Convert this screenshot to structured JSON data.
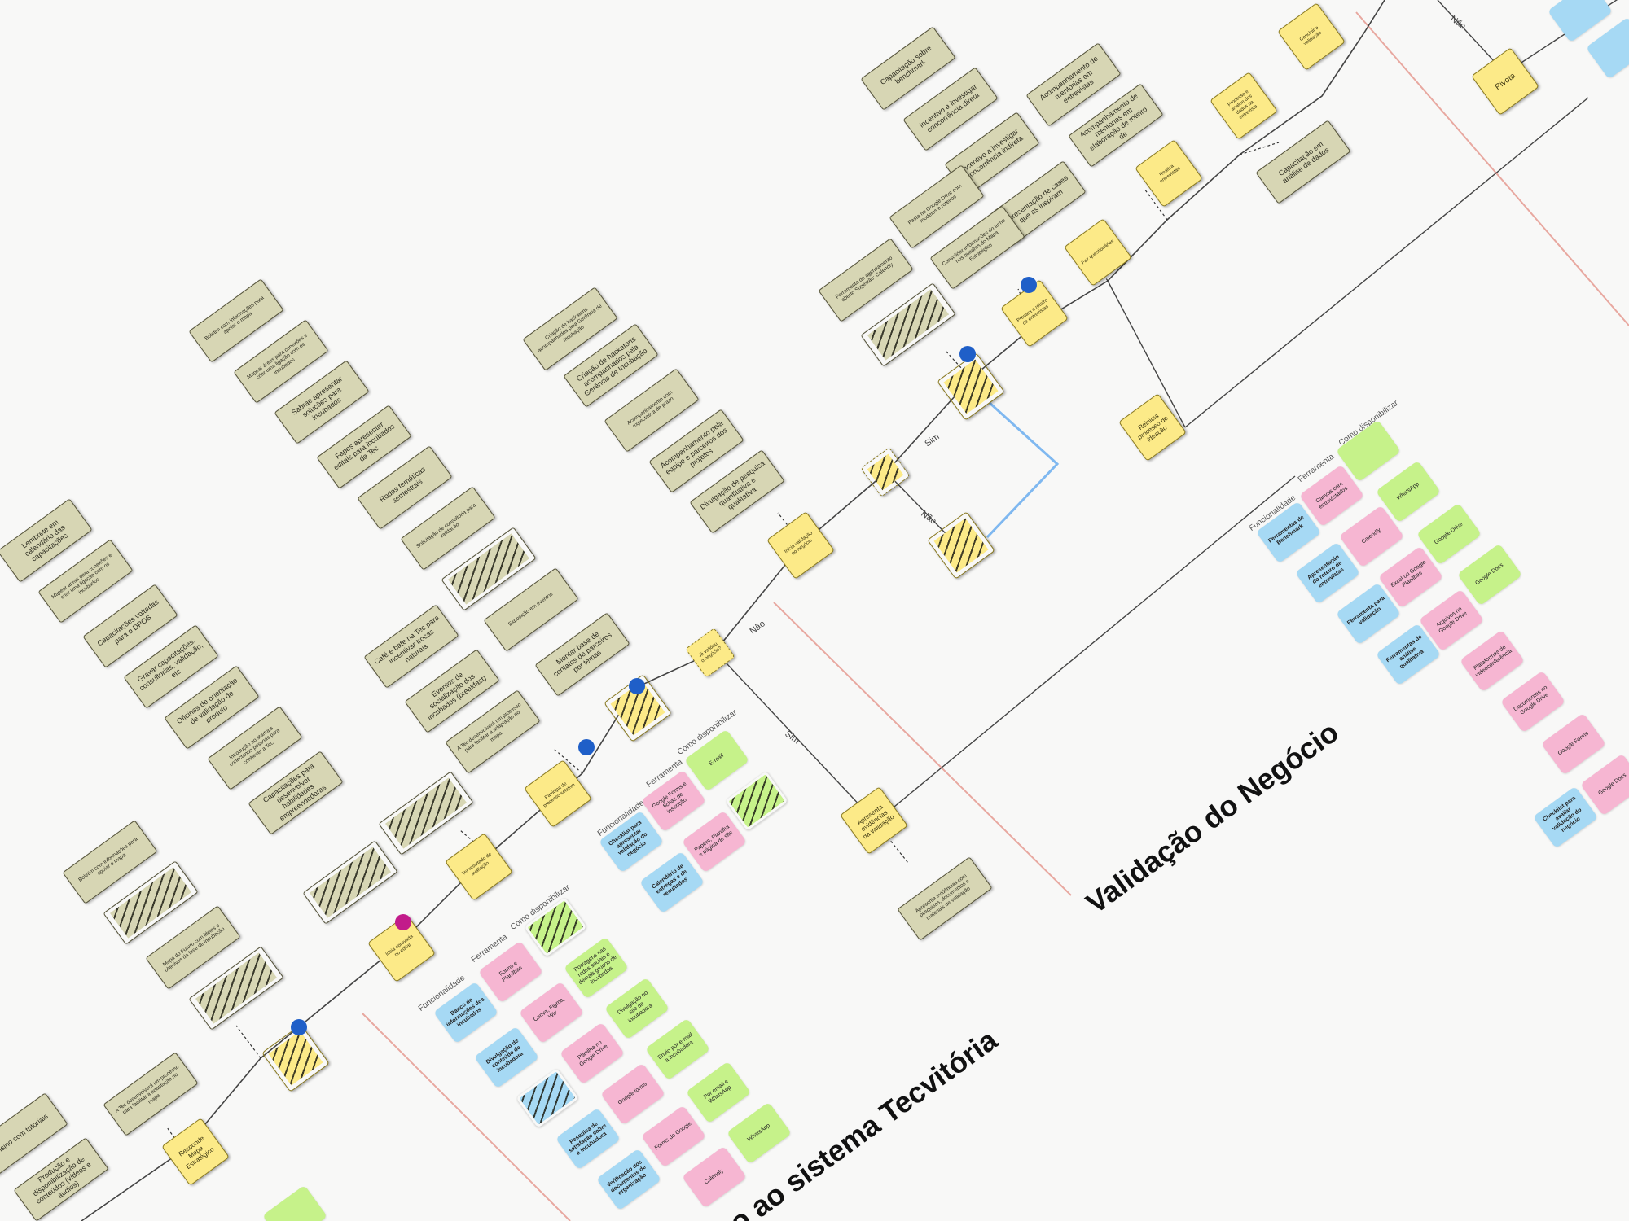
{
  "colors": {
    "yellow_node": "#fcea88",
    "khaki_box": "#d7d6b4",
    "blue": "#a6d9f4",
    "pink": "#f6b6d2",
    "green": "#c6f28a",
    "divider": "#e8a8a0",
    "accent_line": "#7fb8f0",
    "pin_blue": "#1f5fc8",
    "pin_magenta": "#c21b8a"
  },
  "sections": {
    "validacao": "Validação do Negócio",
    "tecvitoria": "o ao sistema Tecvitória"
  },
  "labels": {
    "sim": "Sim",
    "nao": "Não"
  },
  "headers": {
    "funcionalidade": "Funcionalidade",
    "ferramenta": "Ferramenta",
    "como": "Como disponibilizar"
  },
  "flow": {
    "pivota": "Pivota",
    "concluir": "Concluir a validação",
    "processo_analise": "Processo e análise dos dados da entrevista",
    "realiza_entrevistas": "Realiza entrevistas",
    "fazer_questionarios": "Faz questionários",
    "prepara_roteiro": "Prepara o roteiro de entrevistas",
    "reinicia": "Reinicia processo de ideação",
    "inicia_validacao": "Inicia validação do negócio",
    "ja_validou": "Já validou o negócio?",
    "apresenta_evidencias": "Apresenta evidências da validação",
    "participa": "Participa de processo seletivo",
    "ter_resultado": "Ter resultado de avaliação",
    "ideia": "Ideia aprovada no edital",
    "responde_mapa": "Responde Mapa Estratégico"
  },
  "khaki": {
    "k1": "Capacitação sobre benchmark",
    "k2": "Incentivo a investigar concorrência direta",
    "k3": "Incentivo a investigar concorrência indireta",
    "k4": "Acompanhamento de mentorias em entrevistas",
    "k5": "Acompanhamento de mentorias em elaboração de roteiro de",
    "k6": "Capacitação em análise de dados",
    "k7": "Apresentação de cases que as inspiram",
    "k8": "Consolidar informações do turno nos quadros do Mapa Estratégico",
    "k9": "Pasta no Google Drive com modelos e roteiros",
    "k10": "Ferramenta de agendamento aberto Sugestão: Calendly",
    "k11": "Sabrae apresentar soluções para incubados",
    "k12": "Fapes apresentar editais para incubados da Tec",
    "k13": "Rodas temáticas semestrais",
    "k14": "Solicitação de consultoria para validação",
    "k15": "Exposição em eventos",
    "k16": "Criação de hackatons acompanhados pela Gerência de Incubação",
    "k17": "Acompanhamento com expectativa de prazo",
    "k18": "Acompanhamento pela equipe e parceiros dos projetos",
    "k19": "Divulgação de pesquisa quantitativa e qualitativa",
    "k20": "Montar base de contatos de parceiros por temas",
    "k21": "Café e bate na Tec para incentivar trocas naturais",
    "k22": "Eventos de socialização dos incubados (breakfast)",
    "k23": "Lembrete em calendário das capacitações",
    "k24": "Mapear áreas para conexões e criar uma ligação com os incubados",
    "k25": "Capacitações voltadas para o DPOS",
    "k26": "Gravar capacitações, consultorias, validação, etc",
    "k27": "Oficinas de orientação de validação de produto",
    "k28": "Introdução ao startups conectando pessoas para conhecer a Tec",
    "k29": "Capacitações para desenvolver habilidades empreendedoras",
    "k30": "Apresenta evidências com pesquisas, documentos e materiais de validação",
    "k31": "A Tec desenvolverá um processo para facilitar a adaptação no mapa",
    "k32": "Mapa do Futuro com ideias e objetivos da fase de incubação",
    "k33": "Produção e disponibilização de conteúdos (vídeos e áudios)",
    "k34": "Ensino com tutoriais",
    "k35": "Boletim com informações para apoiar o mapa"
  },
  "stickies": {
    "s1": "Checklist para apresentar validação do negócio",
    "s2": "Calendário de entregas e de resultados",
    "s3": "Google Forms e fichas de inscrição",
    "s4": "Papers, Planilha e página de site",
    "s5": "E-mail",
    "s6": "Ferramentas de Benchmark",
    "s7": "Apresentação do roteiro de entrevistas",
    "s8": "Ferramenta para validação",
    "s9": "Ferramentas de análise qualitativa",
    "s10": "Canvas com entrevistados",
    "s11": "Calendly",
    "s12": "Excel ou Google Planilhas",
    "s13": "Arquivos no Google Drive",
    "s14": "Plataformas de vídeoconferência",
    "s15": "Documentos no Google Drive",
    "s16": "Google Forms",
    "s17": "Google Docs",
    "s18": "WhatsApp",
    "s19": "Google Drive",
    "s20": "Google Docs",
    "s21": "Checklist para avaliar validação do negócio",
    "s22": "Banco de informações dos incubados",
    "s23": "Divulgação de conteúdo de incubadora",
    "s24": "Pesquisa de satisfação sobre a incubadora",
    "s25": "Verificação dos documentos de organização",
    "s26": "Forms e Planilhas",
    "s27": "Canva, Figma, Wix",
    "s28": "Planilha no Google Drive",
    "s29": "Google forms",
    "s30": "Forms do Google",
    "s31": "Calendly",
    "s32": "Postagens nas redes sociais e demais grupos de incubadas",
    "s33": "Divulgação no site da incubadora",
    "s34": "Envio por e-mail a incubadora",
    "s35": "Por email e WhatsApp",
    "s36": "WhatsApp"
  }
}
